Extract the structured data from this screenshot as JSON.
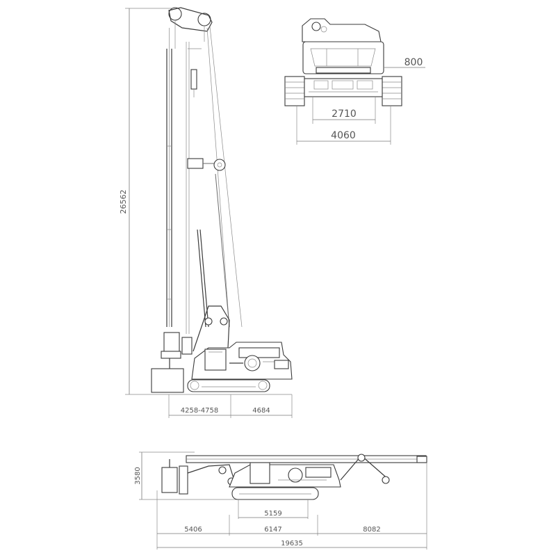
{
  "dimensions": {
    "total_height": "26562",
    "front_offset": "800",
    "track_gauge": "2710",
    "overall_width": "4060",
    "working_radius": "4258-4758",
    "rear_length": "4684",
    "transport_height": "3580",
    "track_length": "5159",
    "front_length": "5406",
    "mid_length": "6147",
    "mast_length": "8082",
    "transport_length": "19635"
  }
}
